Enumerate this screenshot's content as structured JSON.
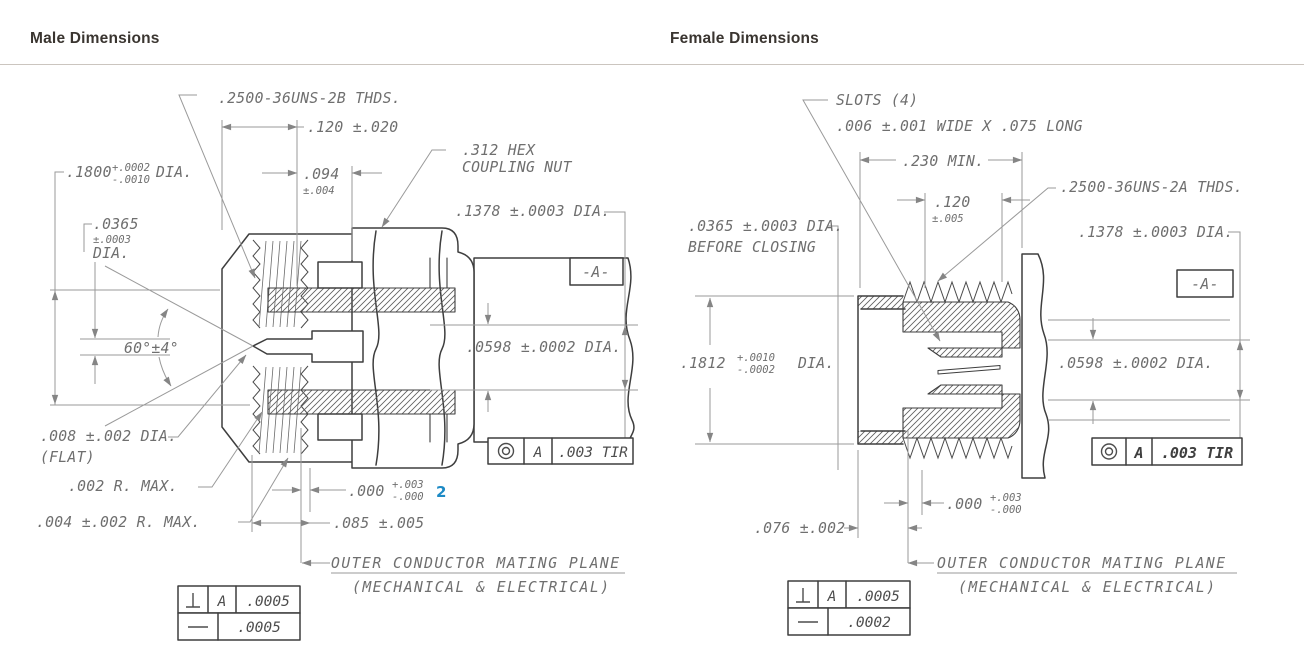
{
  "page": {
    "male_title": "Male Dimensions",
    "female_title": "Female Dimensions"
  },
  "colors": {
    "header_text": "#3a3530",
    "divider": "#cbc5bf",
    "object_line": "#3e3e3e",
    "dimension_line": "#9a9a9a",
    "annotation_text": "#6f6f6f",
    "accent_blue": "#1d8ac5"
  },
  "icons": {
    "concentricity": "double-circle",
    "perpendicularity": "inverted-T",
    "straightness": "horizontal-bar"
  },
  "male": {
    "thds_label": ".2500-36UNS-2B THDS.",
    "dim_120": ".120 ±.020",
    "dia_1800": ".1800",
    "dia_1800_plus": "+.0002",
    "dia_1800_minus": "-.0010",
    "dia_1800_dia": "DIA.",
    "dim_094": ".094",
    "dim_094_tol": "±.004",
    "hex_line1": ".312 HEX",
    "hex_line2": "COUPLING NUT",
    "dia_0365_val": ".0365",
    "dia_0365_tol": "±.0003",
    "dia_0365_dia": "DIA.",
    "dia_1378": ".1378 ±.0003 DIA.",
    "datum_label": "-A-",
    "angle_60": "60°±4°",
    "dia_0598": ".0598 ±.0002 DIA.",
    "dia_008": ".008 ±.002 DIA.",
    "dia_008_flat": "(FLAT)",
    "r_002": ".002 R. MAX.",
    "dim_000": ".000",
    "dim_000_plus": "+.003",
    "dim_000_minus": "-.000",
    "footnote_2": "2",
    "r_004": ".004 ±.002 R. MAX.",
    "dim_085": ".085 ±.005",
    "tir_datum": "A",
    "tir_value": ".003 TIR",
    "perp_datum": "A",
    "perp_value": ".0005",
    "straight_value": ".0005",
    "mating_line1": "OUTER CONDUCTOR MATING PLANE",
    "mating_line2": "(MECHANICAL & ELECTRICAL)"
  },
  "female": {
    "slots_line1": "SLOTS (4)",
    "slots_line2": ".006 ±.001 WIDE X .075 LONG",
    "dim_230": ".230 MIN.",
    "dim_120": ".120",
    "dim_120_tol": "±.005",
    "thds_label": ".2500-36UNS-2A THDS.",
    "dia_0365": ".0365 ±.0003 DIA.",
    "dia_0365_note": "BEFORE CLOSING",
    "dia_1378": ".1378 ±.0003 DIA.",
    "datum_label": "-A-",
    "dia_1812": ".1812",
    "dia_1812_plus": "+.0010",
    "dia_1812_minus": "-.0002",
    "dia_1812_dia": "DIA.",
    "dia_0598": ".0598 ±.0002 DIA.",
    "dim_000": ".000",
    "dim_000_plus": "+.003",
    "dim_000_minus": "-.000",
    "dim_076": ".076 ±.002",
    "tir_datum": "A",
    "tir_value": ".003 TIR",
    "perp_datum": "A",
    "perp_value": ".0005",
    "straight_value": ".0002",
    "mating_line1": "OUTER CONDUCTOR MATING PLANE",
    "mating_line2": "(MECHANICAL & ELECTRICAL)"
  }
}
